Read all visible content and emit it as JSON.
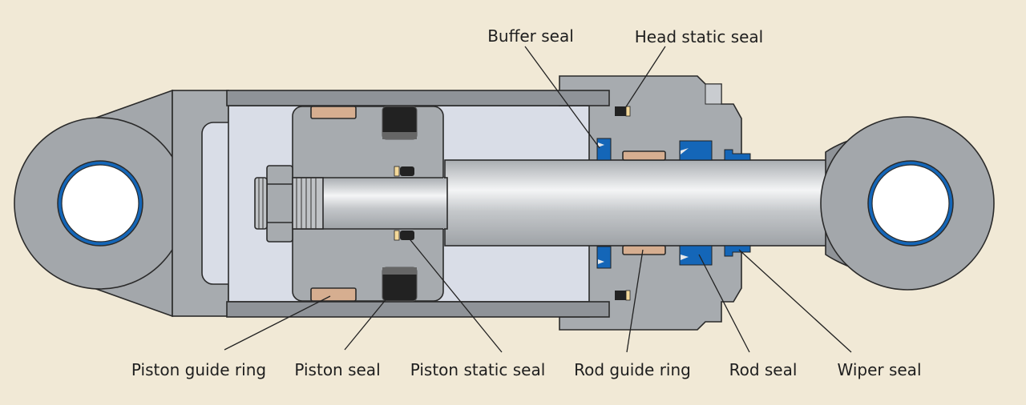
{
  "labels": {
    "buffer_seal": "Buffer seal",
    "head_static_seal": "Head static seal",
    "piston_guide_ring": "Piston guide ring",
    "piston_seal": "Piston seal",
    "piston_static_seal": "Piston static seal",
    "rod_guide_ring": "Rod guide ring",
    "rod_seal": "Rod seal",
    "wiper_seal": "Wiper seal"
  },
  "colors": {
    "background": "#f1e9d6",
    "steel": "#a7abaf",
    "seal_blue": "#1466b8",
    "guide_ring_tan": "#d6ae90",
    "bore": "#d9dde7"
  }
}
